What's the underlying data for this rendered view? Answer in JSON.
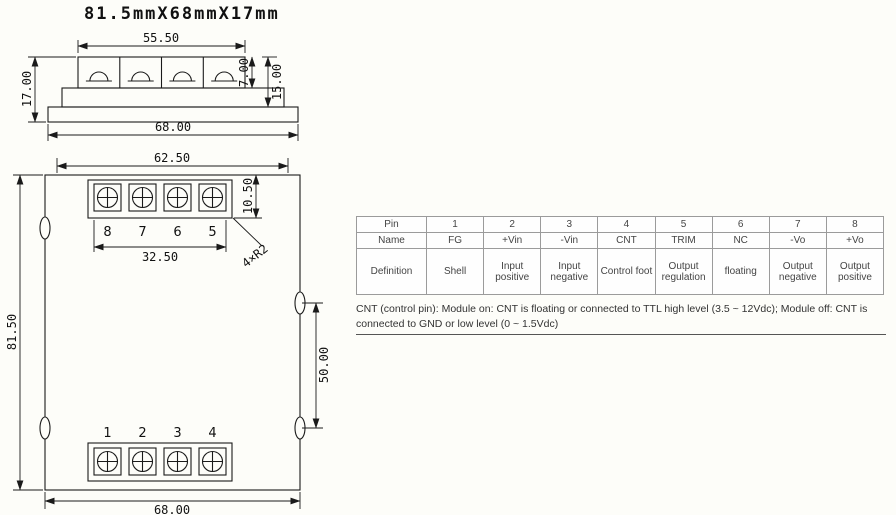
{
  "title": "81.5mmX68mmX17mm",
  "colors": {
    "line": "#1a1a1a",
    "table_border": "#9b9b9b",
    "text": "#333333"
  },
  "side_view": {
    "dim_terminal_width": "55.50",
    "dim_terminal_height": "7.00",
    "dim_total_height": "17.00",
    "dim_case_height": "15.00",
    "dim_total_width": "68.00"
  },
  "top_view": {
    "dim_top_width": "62.50",
    "dim_terminal_offset": "10.50",
    "dim_terminal_span": "32.50",
    "corner_radius_note": "4×R2",
    "dim_ear_span": "50.00",
    "dim_total_height": "81.50",
    "dim_total_width": "68.00",
    "top_pins": [
      "8",
      "7",
      "6",
      "5"
    ],
    "bottom_pins": [
      "1",
      "2",
      "3",
      "4"
    ]
  },
  "pin_table": {
    "rows": [
      {
        "label": "Pin",
        "values": [
          "1",
          "2",
          "3",
          "4",
          "5",
          "6",
          "7",
          "8"
        ]
      },
      {
        "label": "Name",
        "values": [
          "FG",
          "+Vin",
          "-Vin",
          "CNT",
          "TRIM",
          "NC",
          "-Vo",
          "+Vo"
        ]
      },
      {
        "label": "Definition",
        "values": [
          "Shell",
          "Input positive",
          "Input negative",
          "Control foot",
          "Output regulation",
          "floating",
          "Output negative",
          "Output positive"
        ]
      }
    ]
  },
  "cnt_note": "CNT (control pin): Module on: CNT is floating or connected to TTL high level (3.5 ~ 12Vdc); Module off: CNT is connected to GND or low level (0 ~ 1.5Vdc)"
}
